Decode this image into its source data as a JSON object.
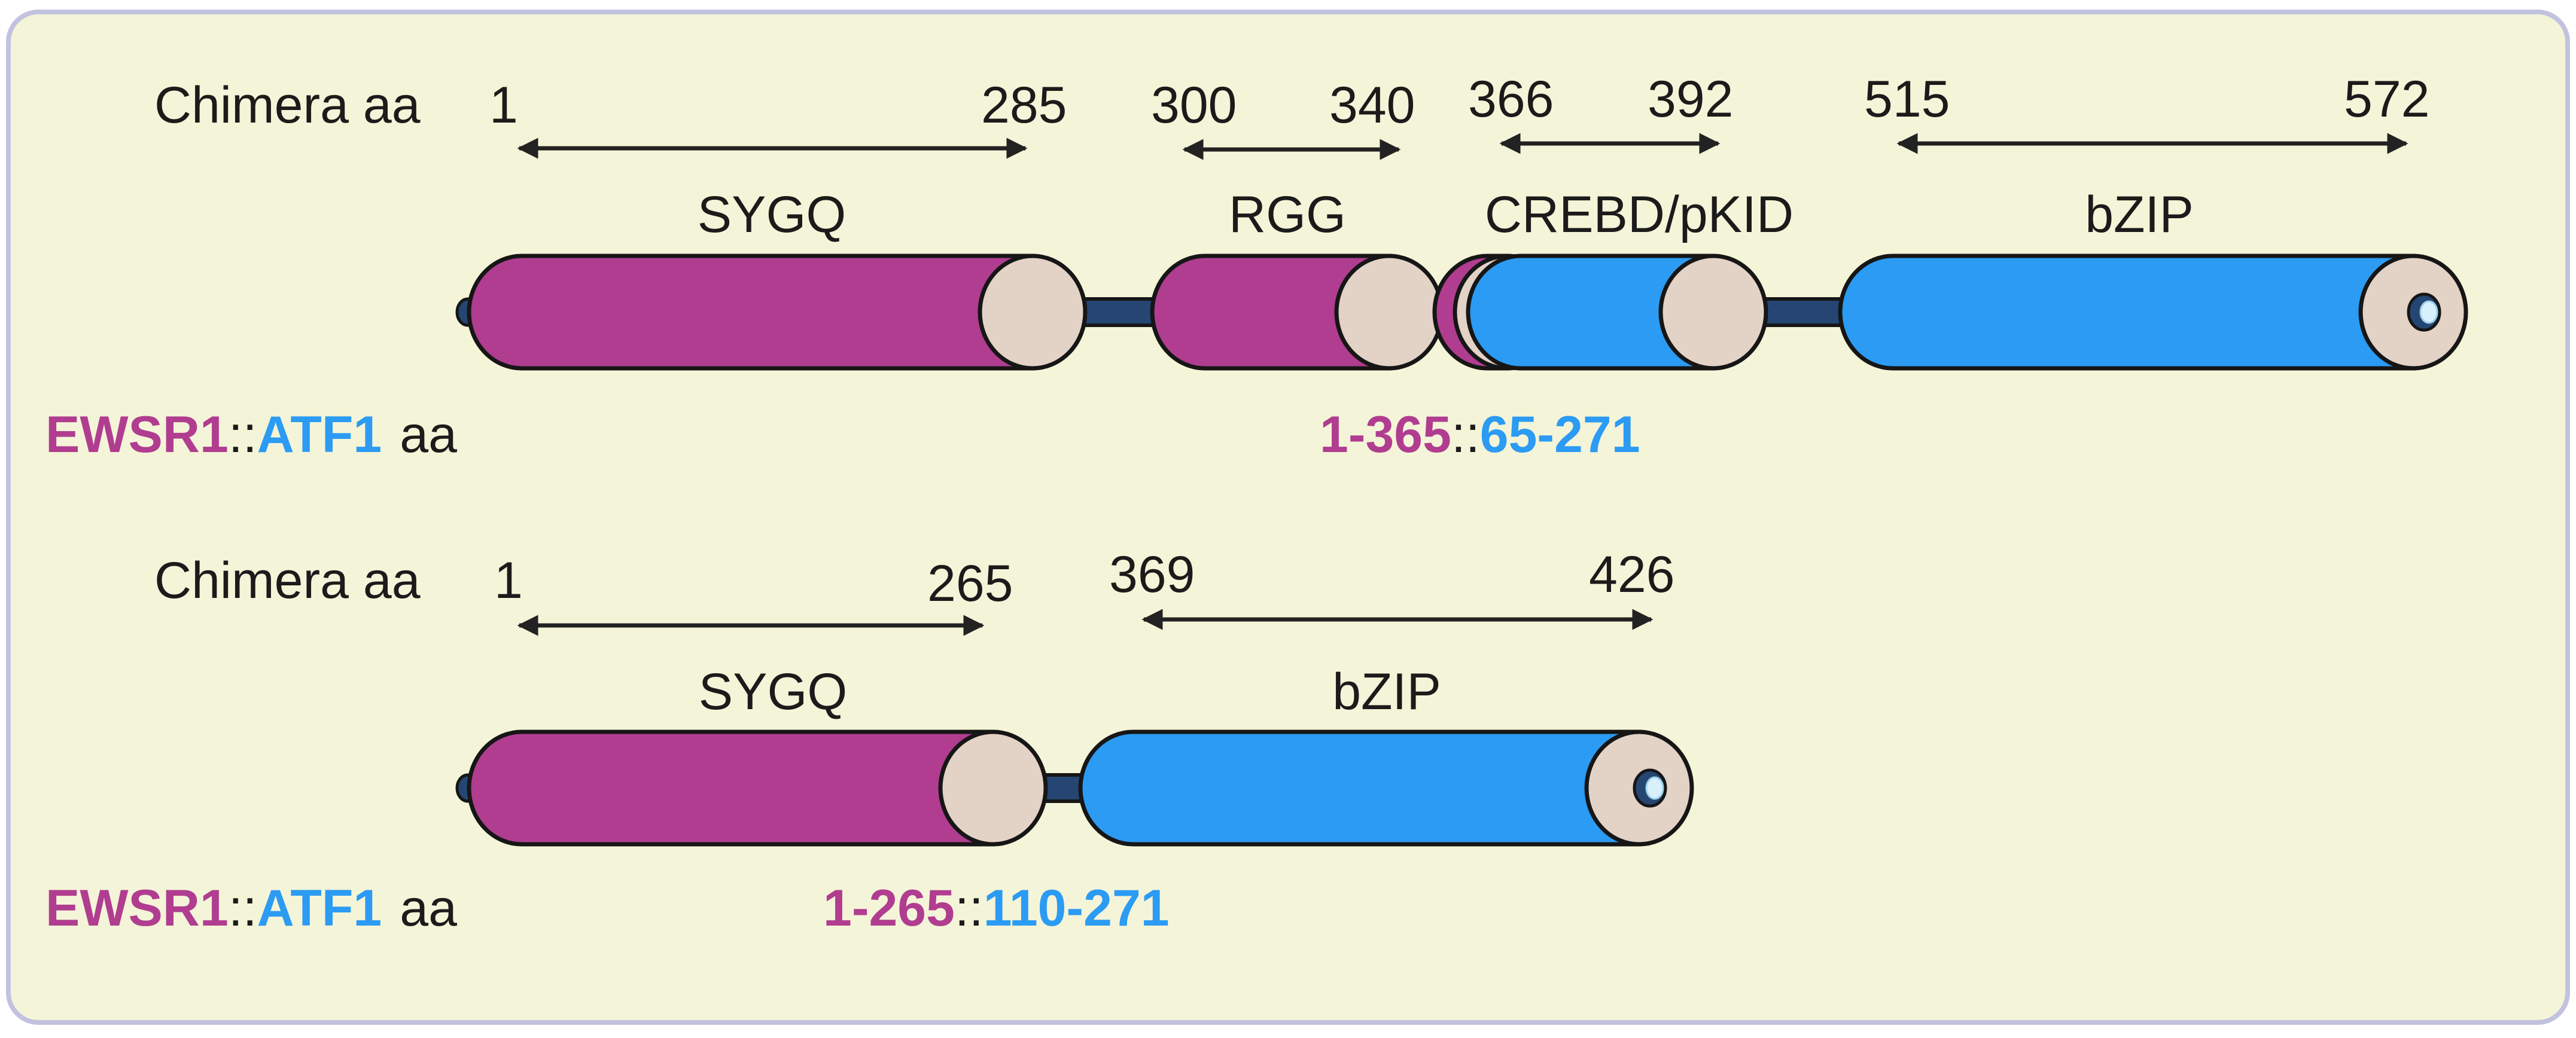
{
  "colors": {
    "background": "#f4f4d8",
    "frame": "#c2c2e0",
    "ewsr1": "#b03d90",
    "atf1": "#2b9bf3",
    "cap": "#e3d2c6",
    "linker": "#254672",
    "outline": "#161616",
    "text": "#1b1b1b"
  },
  "constructs": [
    {
      "chimera_label": "Chimera aa",
      "positions": [
        "1",
        "285",
        "300",
        "340",
        "366",
        "392",
        "515",
        "572"
      ],
      "domains": [
        "SYGQ",
        "RGG",
        "CREBD/pKID",
        "bZIP"
      ],
      "fusion": {
        "gene1": "EWSR1",
        "separator": "::",
        "gene2": "ATF1",
        "suffix": "aa",
        "range1": "1-365",
        "range2": "65-271"
      }
    },
    {
      "chimera_label": "Chimera aa",
      "positions": [
        "1",
        "265",
        "369",
        "426"
      ],
      "domains": [
        "SYGQ",
        "bZIP"
      ],
      "fusion": {
        "gene1": "EWSR1",
        "separator": "::",
        "gene2": "ATF1",
        "suffix": "aa",
        "range1": "1-265",
        "range2": "110-271"
      }
    }
  ]
}
